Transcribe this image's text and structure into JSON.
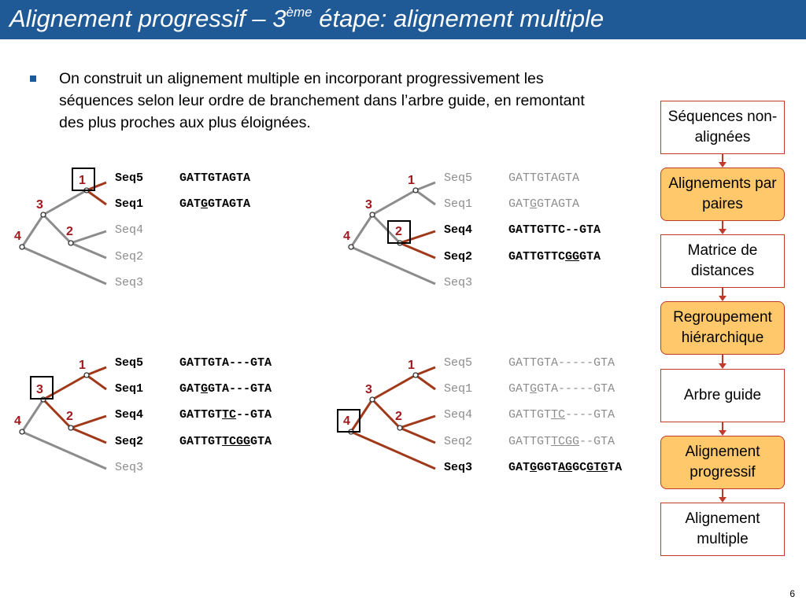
{
  "title": {
    "main": "Alignement progressif – 3",
    "sup": "ème",
    "rest": " étape: alignement multiple"
  },
  "bullet_text": "On construit un alignement multiple en incorporant progressivement les séquences selon leur ordre de branchement dans l’arbre guide, en remontant des plus proches aux plus éloignées.",
  "node_labels": {
    "n1": "1",
    "n2": "2",
    "n3": "3",
    "n4": "4"
  },
  "panels": [
    {
      "id": "p1",
      "highlight_node": "1",
      "rows": [
        {
          "name": "Seq5",
          "bold": true,
          "segments": [
            {
              "t": "GATTGTAGTA"
            }
          ]
        },
        {
          "name": "Seq1",
          "bold": true,
          "segments": [
            {
              "t": "GAT"
            },
            {
              "t": "G",
              "u": true
            },
            {
              "t": "GTAGTA"
            }
          ]
        },
        {
          "name": "Seq4",
          "bold": false,
          "segments": []
        },
        {
          "name": "Seq2",
          "bold": false,
          "segments": []
        },
        {
          "name": "Seq3",
          "bold": false,
          "segments": []
        }
      ]
    },
    {
      "id": "p2",
      "highlight_node": "2",
      "rows": [
        {
          "name": "Seq5",
          "bold": false,
          "segments": [
            {
              "t": "GATTGTAGTA"
            }
          ]
        },
        {
          "name": "Seq1",
          "bold": false,
          "segments": [
            {
              "t": "GAT"
            },
            {
              "t": "G",
              "u": true
            },
            {
              "t": "GTAGTA"
            }
          ]
        },
        {
          "name": "Seq4",
          "bold": true,
          "segments": [
            {
              "t": "GATTGTTC--GTA"
            }
          ]
        },
        {
          "name": "Seq2",
          "bold": true,
          "segments": [
            {
              "t": "GATTGTTC"
            },
            {
              "t": "GG",
              "u": true
            },
            {
              "t": "GTA"
            }
          ]
        },
        {
          "name": "Seq3",
          "bold": false,
          "segments": []
        }
      ]
    },
    {
      "id": "p3",
      "highlight_node": "3",
      "rows": [
        {
          "name": "Seq5",
          "bold": true,
          "segments": [
            {
              "t": "GATTGTA---GTA"
            }
          ]
        },
        {
          "name": "Seq1",
          "bold": true,
          "segments": [
            {
              "t": "GAT"
            },
            {
              "t": "G",
              "u": true
            },
            {
              "t": "GTA---GTA"
            }
          ]
        },
        {
          "name": "Seq4",
          "bold": true,
          "segments": [
            {
              "t": "GATTGT"
            },
            {
              "t": "TC",
              "u": true
            },
            {
              "t": "--GTA"
            }
          ]
        },
        {
          "name": "Seq2",
          "bold": true,
          "segments": [
            {
              "t": "GATTGT"
            },
            {
              "t": "TCGG",
              "u": true
            },
            {
              "t": "GTA"
            }
          ]
        },
        {
          "name": "Seq3",
          "bold": false,
          "segments": []
        }
      ]
    },
    {
      "id": "p4",
      "highlight_node": "4",
      "rows": [
        {
          "name": "Seq5",
          "bold": false,
          "segments": [
            {
              "t": "GATTGTA-----GTA"
            }
          ]
        },
        {
          "name": "Seq1",
          "bold": false,
          "segments": [
            {
              "t": "GAT"
            },
            {
              "t": "G",
              "u": true
            },
            {
              "t": "GTA-----GTA"
            }
          ]
        },
        {
          "name": "Seq4",
          "bold": false,
          "segments": [
            {
              "t": "GATTGT"
            },
            {
              "t": "TC",
              "u": true
            },
            {
              "t": "----GTA"
            }
          ]
        },
        {
          "name": "Seq2",
          "bold": false,
          "segments": [
            {
              "t": "GATTGT"
            },
            {
              "t": "TCGG",
              "u": true
            },
            {
              "t": "--GTA"
            }
          ]
        },
        {
          "name": "Seq3",
          "bold": true,
          "segments": [
            {
              "t": "GAT"
            },
            {
              "t": "G",
              "u": true
            },
            {
              "t": "GGT"
            },
            {
              "t": "AG",
              "u": true
            },
            {
              "t": "GC"
            },
            {
              "t": "GTG",
              "u": true
            },
            {
              "t": "TA"
            }
          ]
        }
      ]
    }
  ],
  "flow_steps": [
    {
      "label": "Séquences non-alignées",
      "highlight": false
    },
    {
      "label": "Alignements par paires",
      "highlight": true
    },
    {
      "label": "Matrice de distances",
      "highlight": false
    },
    {
      "label": "Regroupement hiérarchique",
      "highlight": true
    },
    {
      "label": "Arbre guide",
      "highlight": false
    },
    {
      "label": "Alignement progressif",
      "highlight": true
    },
    {
      "label": "Alignement multiple",
      "highlight": false
    }
  ],
  "colors": {
    "title_bar": "#1f5a96",
    "active_branch": "#a0391a",
    "inactive_branch": "#8c8c8c",
    "node_label": "#a0191e",
    "flow_highlight": "#ffc96b",
    "flow_border": "#c0392b"
  },
  "page_number": "6"
}
